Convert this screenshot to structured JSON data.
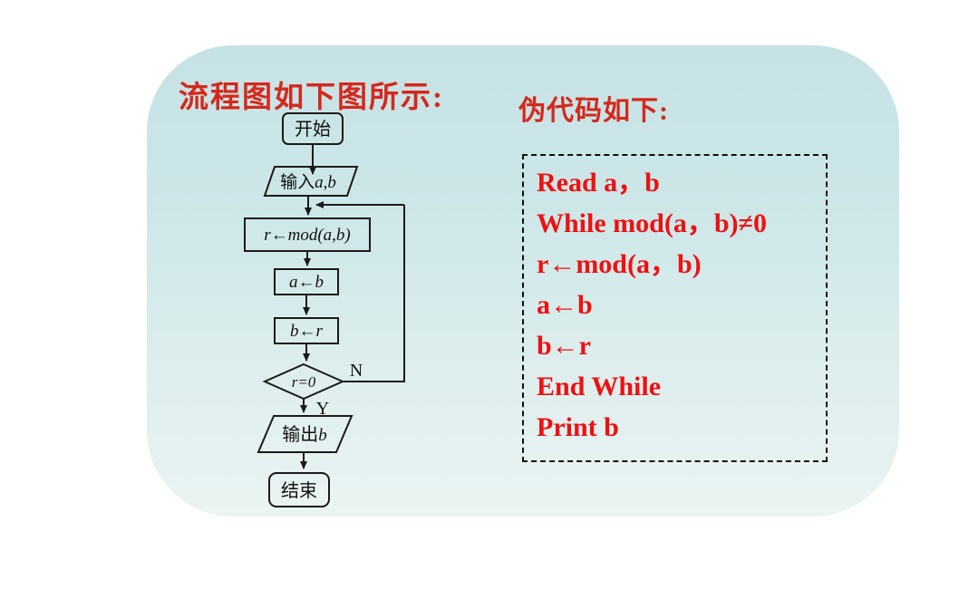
{
  "titles": {
    "flowchart": "流程图如下图所示:",
    "pseudocode": "伪代码如下:"
  },
  "flowchart": {
    "start": "开始",
    "input_prefix": "输入",
    "input_vars": "a,b",
    "mod": "r←mod(a,b)",
    "assign_a": "a←b",
    "assign_b": "b←r",
    "decision": "r=0",
    "no_label": "N",
    "yes_label": "Y",
    "output_prefix": "输出",
    "output_var": "b",
    "end": "结束"
  },
  "pseudocode": {
    "lines": [
      "Read a，b",
      "While mod(a，b)≠0",
      "r←mod(a，b)",
      "a←b",
      "b←r",
      "End While",
      "Print b"
    ]
  },
  "colors": {
    "title_red": "#d5281c",
    "code_red": "#ee1111",
    "line_stroke": "#1a1a1a",
    "panel_top": "#c6e2e5",
    "panel_bottom": "#eaf4f3"
  }
}
